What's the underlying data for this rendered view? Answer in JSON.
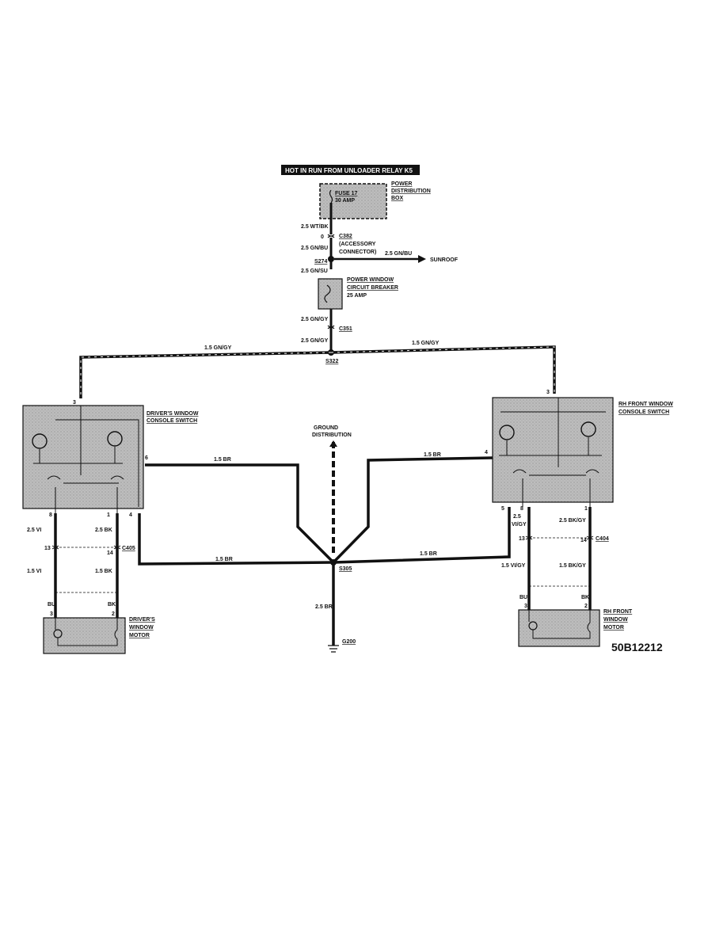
{
  "header": {
    "banner": "HOT IN RUN FROM UNLOADER RELAY K5"
  },
  "power_box": {
    "line1": "POWER",
    "line2": "DISTRIBUTION",
    "line3": "BOX",
    "fuse": "FUSE 17",
    "fuse_amp": "30 AMP"
  },
  "wires": {
    "w_wtbk": "2.5 WT/BK",
    "w_gnbu_top": "2.5 GN/BU",
    "w_gnbu_sunroof": "2.5 GN/BU",
    "w_gnsu": "2.5 GN/SU",
    "w_gngy_1": "2.5 GN/GY",
    "w_gngy_2": "2.5 GN/GY",
    "w_15gngy_left": "1.5 GN/GY",
    "w_15gngy_right": "1.5 GN/GY",
    "w_15br_upper_left": "1.5 BR",
    "w_15br_upper_right": "1.5 BR",
    "w_15br_lower_left": "1.5 BR",
    "w_15br_lower_right": "1.5 BR",
    "w_25br_ground": "2.5 BR",
    "w_25vi": "2.5 VI",
    "w_25bk_left": "2.5 BK",
    "w_15vi": "1.5 VI",
    "w_15bk_left": "1.5 BK",
    "w_bu_left": "BU",
    "w_bk_left": "BK",
    "w_25vigy_a": "2.5",
    "w_25vigy_b": "VI/GY",
    "w_25bkgy": "2.5 BK/GY",
    "w_15vigy": "1.5 VI/GY",
    "w_15bkgy": "1.5 BK/GY",
    "w_bu_right": "BU",
    "w_bk_right": "BK"
  },
  "connectors": {
    "c382": "C382",
    "c382_pin": "0",
    "c382_desc1": "(ACCESSORY",
    "c382_desc2": "CONNECTOR)",
    "s274": "S274",
    "sunroof": "SUNROOF",
    "c351": "C351",
    "s322": "S322",
    "s305": "S305",
    "g200": "G200",
    "c405": "C405",
    "c404": "C404"
  },
  "breaker": {
    "line1": "POWER WINDOW",
    "line2": "CIRCUIT BREAKER",
    "amp": "25 AMP"
  },
  "ground_dist": {
    "line1": "GROUND",
    "line2": "DISTRIBUTION"
  },
  "driver_switch": {
    "line1": "DRIVER'S WINDOW",
    "line2": "CONSOLE SWITCH",
    "pin_top": "3",
    "pin_6": "6",
    "pin_8": "8",
    "pin_1": "1",
    "pin_4": "4"
  },
  "rh_switch": {
    "line1": "RH FRONT WINDOW",
    "line2": "CONSOLE SWITCH",
    "pin_top": "3",
    "pin_4": "4",
    "pin_5": "5",
    "pin_8": "8",
    "pin_1": "1"
  },
  "driver_conn": {
    "pin13": "13",
    "pin14": "14"
  },
  "rh_conn": {
    "pin13": "13",
    "pin14": "14"
  },
  "driver_motor": {
    "line1": "DRIVER'S",
    "line2": "WINDOW",
    "line3": "MOTOR",
    "pin3": "3",
    "pin2": "2"
  },
  "rh_motor": {
    "line1": "RH FRONT",
    "line2": "WINDOW",
    "line3": "MOTOR",
    "pin3": "3",
    "pin2": "2"
  },
  "figure_id": "50B12212",
  "colors": {
    "ink": "#111111",
    "box_fill": "#b4b4b4",
    "banner": "#111111"
  }
}
